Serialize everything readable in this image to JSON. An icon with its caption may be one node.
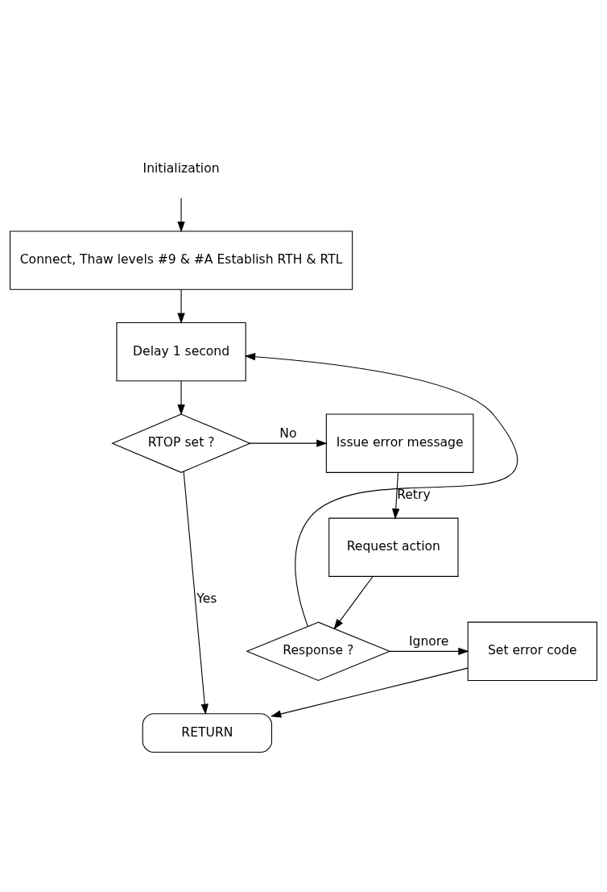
{
  "diagram": {
    "nodes": [
      {
        "text": [
          "Initialization"
        ]
      },
      {
        "text": [
          "Connect, Thaw levels #9 & #A Establish RTH & RTL"
        ]
      },
      {
        "text": [
          "Delay 1 second"
        ]
      },
      {
        "text": [
          "RTOP set ?"
        ]
      },
      {
        "text": [
          "Issue error message"
        ]
      },
      {
        "text": [
          "Request action"
        ]
      },
      {
        "text": [
          "Response ?"
        ]
      },
      {
        "text": [
          "Set error code"
        ]
      },
      {
        "text": [
          "RETURN"
        ]
      }
    ],
    "edges": [
      {
        "from": 0,
        "to": 1,
        "arrow": "to"
      },
      {
        "from": 1,
        "to": 2,
        "arrow": "to"
      },
      {
        "from": 2,
        "to": 3,
        "arrow": "to"
      },
      {
        "from": 3,
        "to": 4,
        "arrow": "to",
        "label": "No"
      },
      {
        "from": 3,
        "to": 8,
        "arrow": "to",
        "label": "Yes"
      },
      {
        "from": 4,
        "to": 5,
        "arrow": "to"
      },
      {
        "from": 5,
        "to": 6,
        "arrow": "to"
      },
      {
        "from": 6,
        "to": 2,
        "arrow": "to",
        "label": "Retry"
      },
      {
        "from": 6,
        "to": 7,
        "arrow": "to",
        "label": "Ignore"
      },
      {
        "from": 7,
        "to": 8,
        "arrow": "to"
      }
    ]
  }
}
